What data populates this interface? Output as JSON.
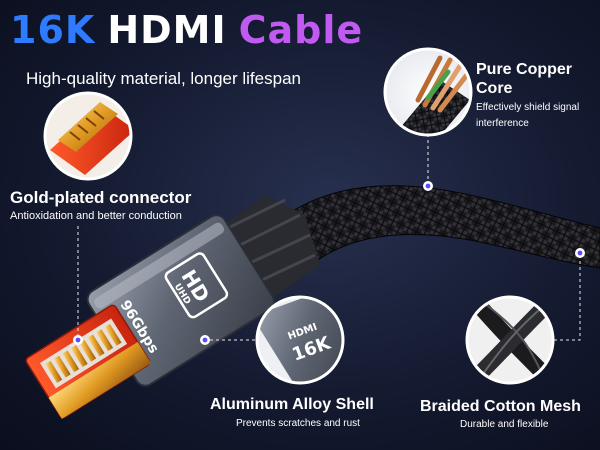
{
  "header": {
    "title_parts": [
      "16K",
      "HDMI",
      "Cable"
    ],
    "subtitle": "High-quality material, longer lifespan"
  },
  "features": {
    "gold": {
      "title": "Gold-plated connector",
      "desc": "Antioxidation and better conduction"
    },
    "copper": {
      "title": "Pure Copper Core",
      "desc": "Effectively shield signal interference"
    },
    "aluminum": {
      "title": "Aluminum Alloy Shell",
      "desc": "Prevents scratches and rust"
    },
    "braid": {
      "title": "Braided Cotton Mesh",
      "desc": "Durable and flexible"
    }
  },
  "product_text": {
    "badge": "UHD",
    "logo": "HD",
    "speed": "96Gbps",
    "magnify_logo": "HDMI",
    "magnify_res": "16K"
  },
  "colors": {
    "title_blue": "#2f7bff",
    "title_purple": "#c05af0",
    "gold": "#e0a030",
    "accent_dot": "#5a4cff"
  }
}
